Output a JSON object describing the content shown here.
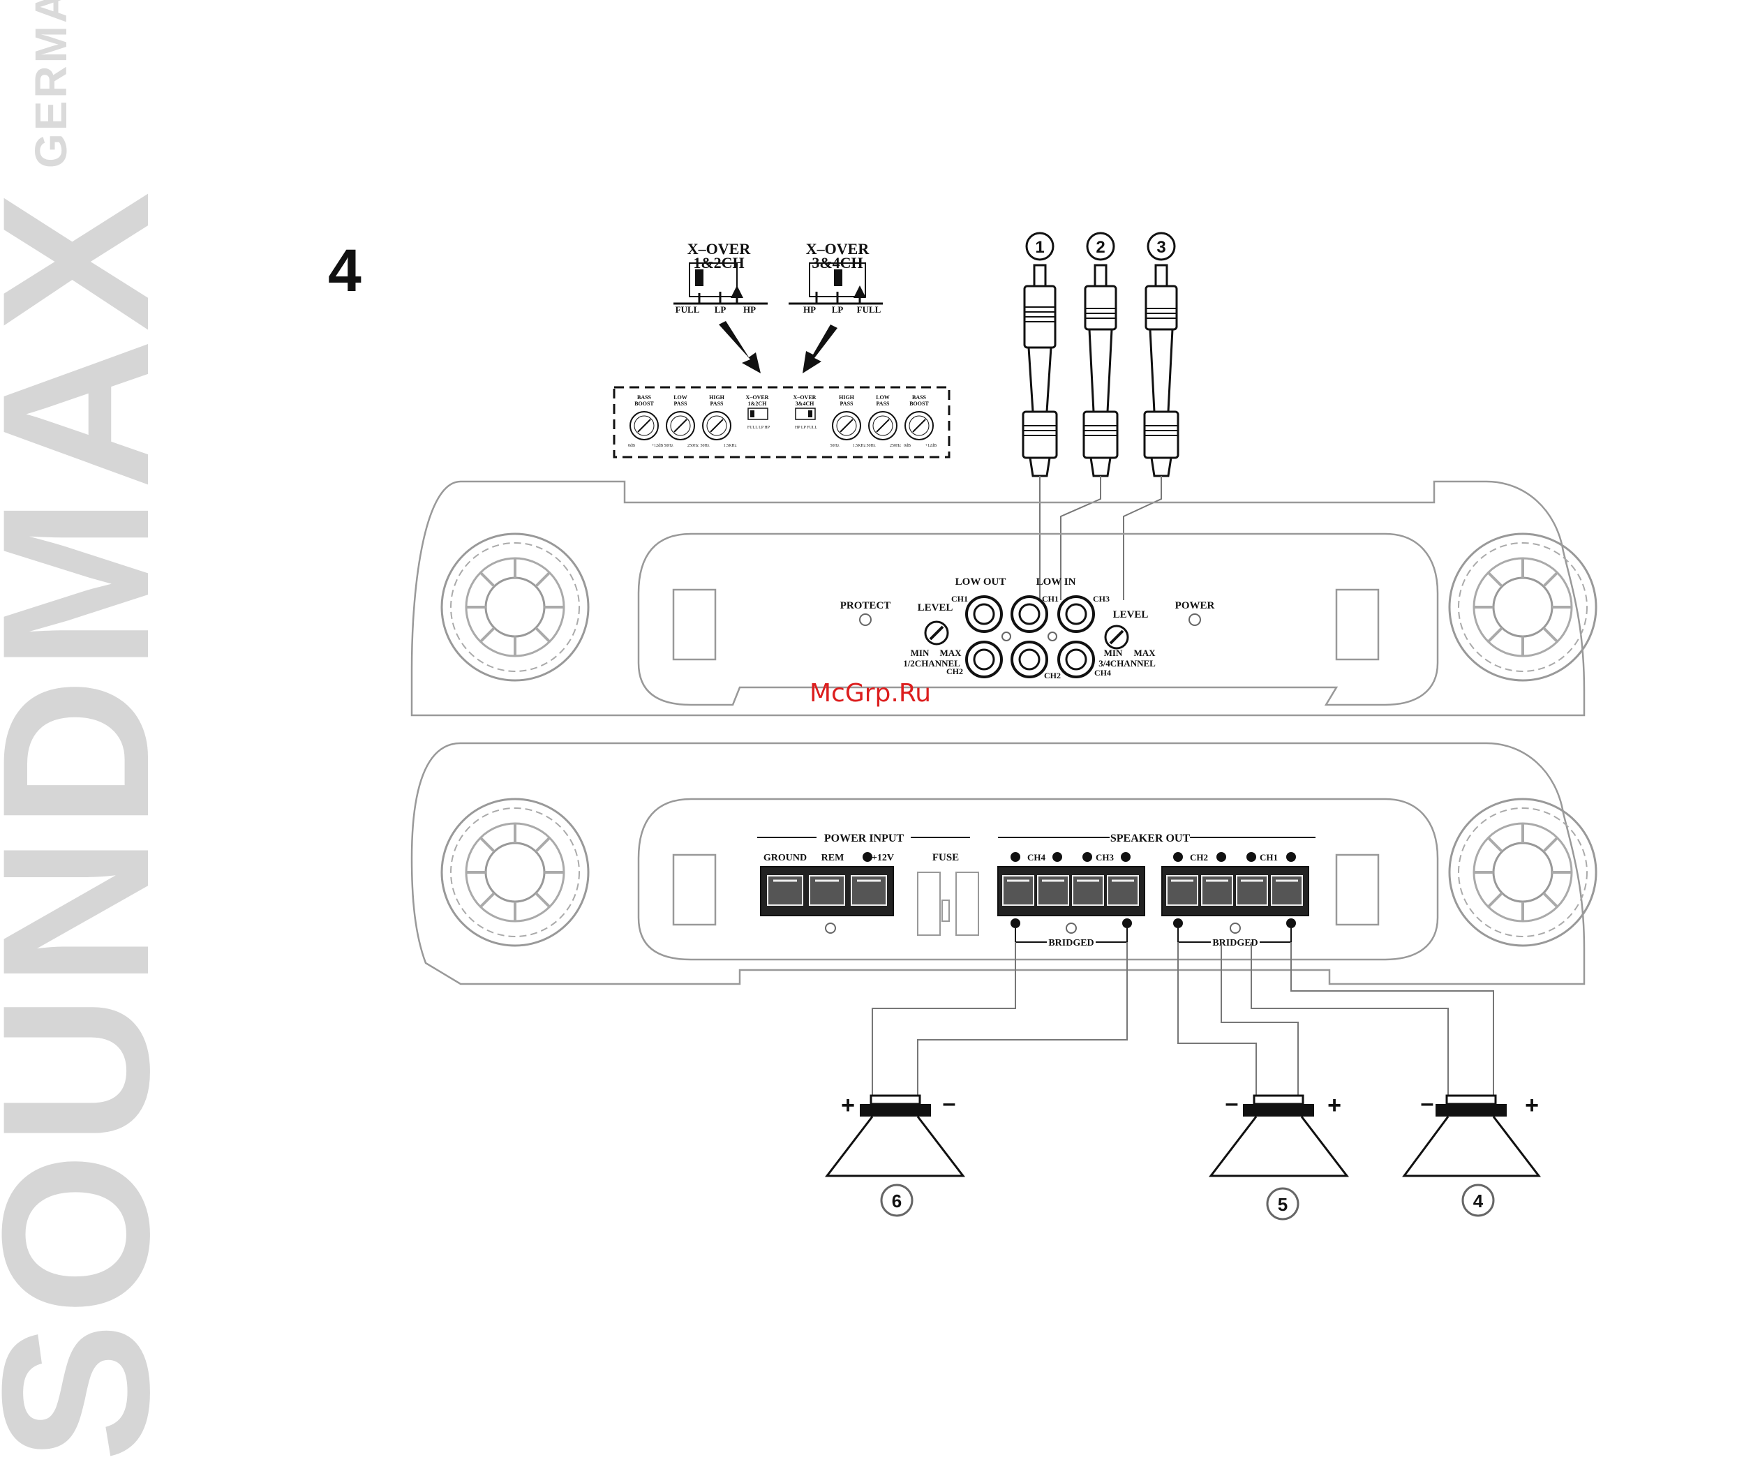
{
  "brand": {
    "name": "SOUNDMAX",
    "sub": "GERMANY"
  },
  "figure_number": "4",
  "watermark": "McGrp.Ru",
  "crossover": {
    "ch12": {
      "title_line1": "X–OVER",
      "title_line2": "1&2CH",
      "labels": [
        "FULL",
        "LP",
        "HP"
      ]
    },
    "ch34": {
      "title_line1": "X–OVER",
      "title_line2": "3&4CH",
      "labels": [
        "HP",
        "LP",
        "FULL"
      ]
    }
  },
  "control_panel": {
    "knobs_left": [
      {
        "label1": "BASS",
        "label2": "BOOST",
        "min": "0dB",
        "max": "+12dB"
      },
      {
        "label1": "LOW",
        "label2": "PASS",
        "min": "50Hz",
        "max": "250Hz"
      },
      {
        "label1": "HIGH",
        "label2": "PASS",
        "min": "50Hz",
        "max": "1.5KHz"
      }
    ],
    "switch_left": {
      "label1": "X–OVER",
      "label2": "1&2CH",
      "options": "FULL LP HP"
    },
    "switch_right": {
      "label1": "X–OVER",
      "label2": "3&4CH",
      "options": "HP LP FULL"
    },
    "knobs_right": [
      {
        "label1": "HIGH",
        "label2": "PASS",
        "min": "50Hz",
        "max": "1.5KHz"
      },
      {
        "label1": "LOW",
        "label2": "PASS",
        "min": "50Hz",
        "max": "250Hz"
      },
      {
        "label1": "BASS",
        "label2": "BOOST",
        "min": "0dB",
        "max": "+12dB"
      }
    ]
  },
  "rca_callouts": [
    "1",
    "2",
    "3"
  ],
  "front_panel": {
    "protect": "PROTECT",
    "power": "POWER",
    "low_out": "LOW OUT",
    "low_in": "LOW IN",
    "level": "LEVEL",
    "min": "MIN",
    "max": "MAX",
    "channel_12": "1/2CHANNEL",
    "channel_34": "3/4CHANNEL",
    "ch1": "CH1",
    "ch2": "CH2",
    "ch3": "CH3",
    "ch4": "CH4"
  },
  "rear_panel": {
    "power_input": "POWER INPUT",
    "ground": "GROUND",
    "rem": "REM",
    "plus12v": "+12V",
    "fuse": "FUSE",
    "speaker_out": "SPEAKER OUT",
    "ch4": "CH4",
    "ch3": "CH3",
    "ch2": "CH2",
    "ch1": "CH1",
    "bridged": "BRIDGED",
    "plus": "+",
    "minus": "–"
  },
  "speakers": [
    {
      "callout": "6",
      "left_sign": "+",
      "right_sign": "–"
    },
    {
      "callout": "5",
      "left_sign": "–",
      "right_sign": "+"
    },
    {
      "callout": "4",
      "left_sign": "–",
      "right_sign": "+"
    }
  ]
}
